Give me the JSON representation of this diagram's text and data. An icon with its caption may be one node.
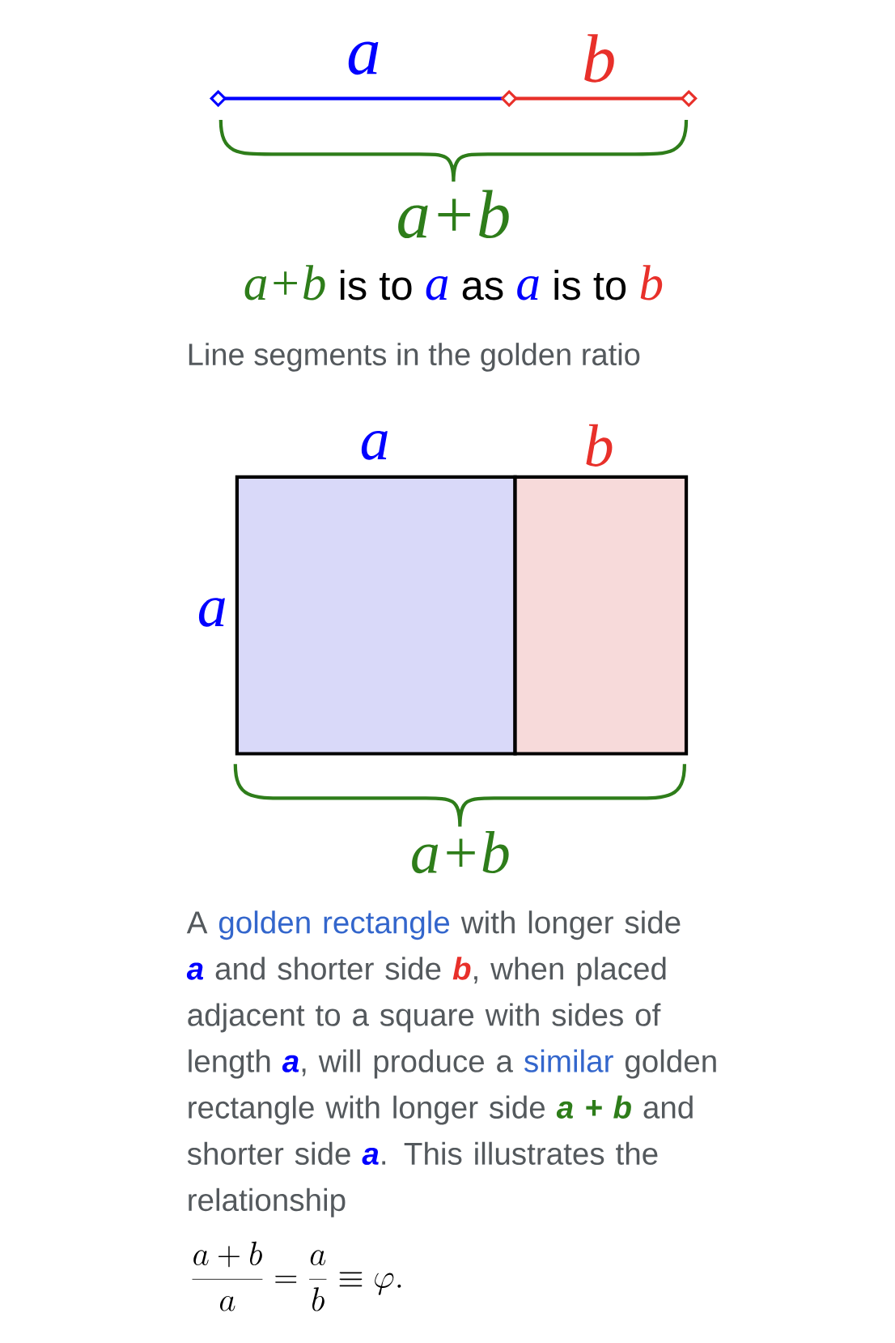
{
  "diagram": {
    "nodes": [
      {
        "text": [],
        "shape": "box",
        "beside": [
          "a",
          "a"
        ]
      },
      {
        "text": [],
        "shape": "box",
        "beside": [
          "b"
        ]
      }
    ],
    "labels": [
      "a",
      "b",
      "a+b",
      "a+b",
      "is to",
      "a",
      "as",
      "a",
      "is to",
      "b",
      "Line segments in the golden ratio",
      "a+b",
      "A",
      "golden rectangle",
      "with longer side",
      "a",
      "and shorter side",
      "b",
      ", when placed adjacent to a square with sides of length",
      "a",
      ", will produce a",
      "similar",
      "golden rectangle with longer side",
      "a + b",
      "and shorter side",
      "a",
      ". This illustrates the relationship",
      "\\frac{a+b}{a}=\\frac{a}{b}\\equiv\\varphi."
    ]
  }
}
